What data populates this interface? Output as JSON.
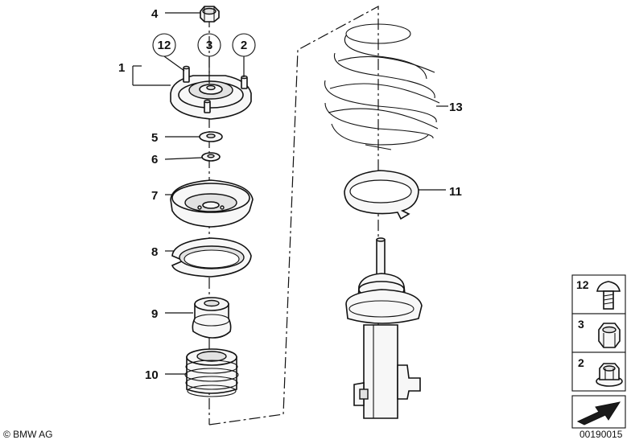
{
  "callouts": {
    "c1": "1",
    "c2": "2",
    "c3": "3",
    "c4": "4",
    "c5": "5",
    "c6": "6",
    "c7": "7",
    "c8": "8",
    "c9": "9",
    "c10": "10",
    "c11": "11",
    "c12": "12",
    "c13": "13"
  },
  "legend": {
    "row12": "12",
    "row3": "3",
    "row2": "2"
  },
  "footer": {
    "copyright": "© BMW AG",
    "code": "00190015"
  }
}
